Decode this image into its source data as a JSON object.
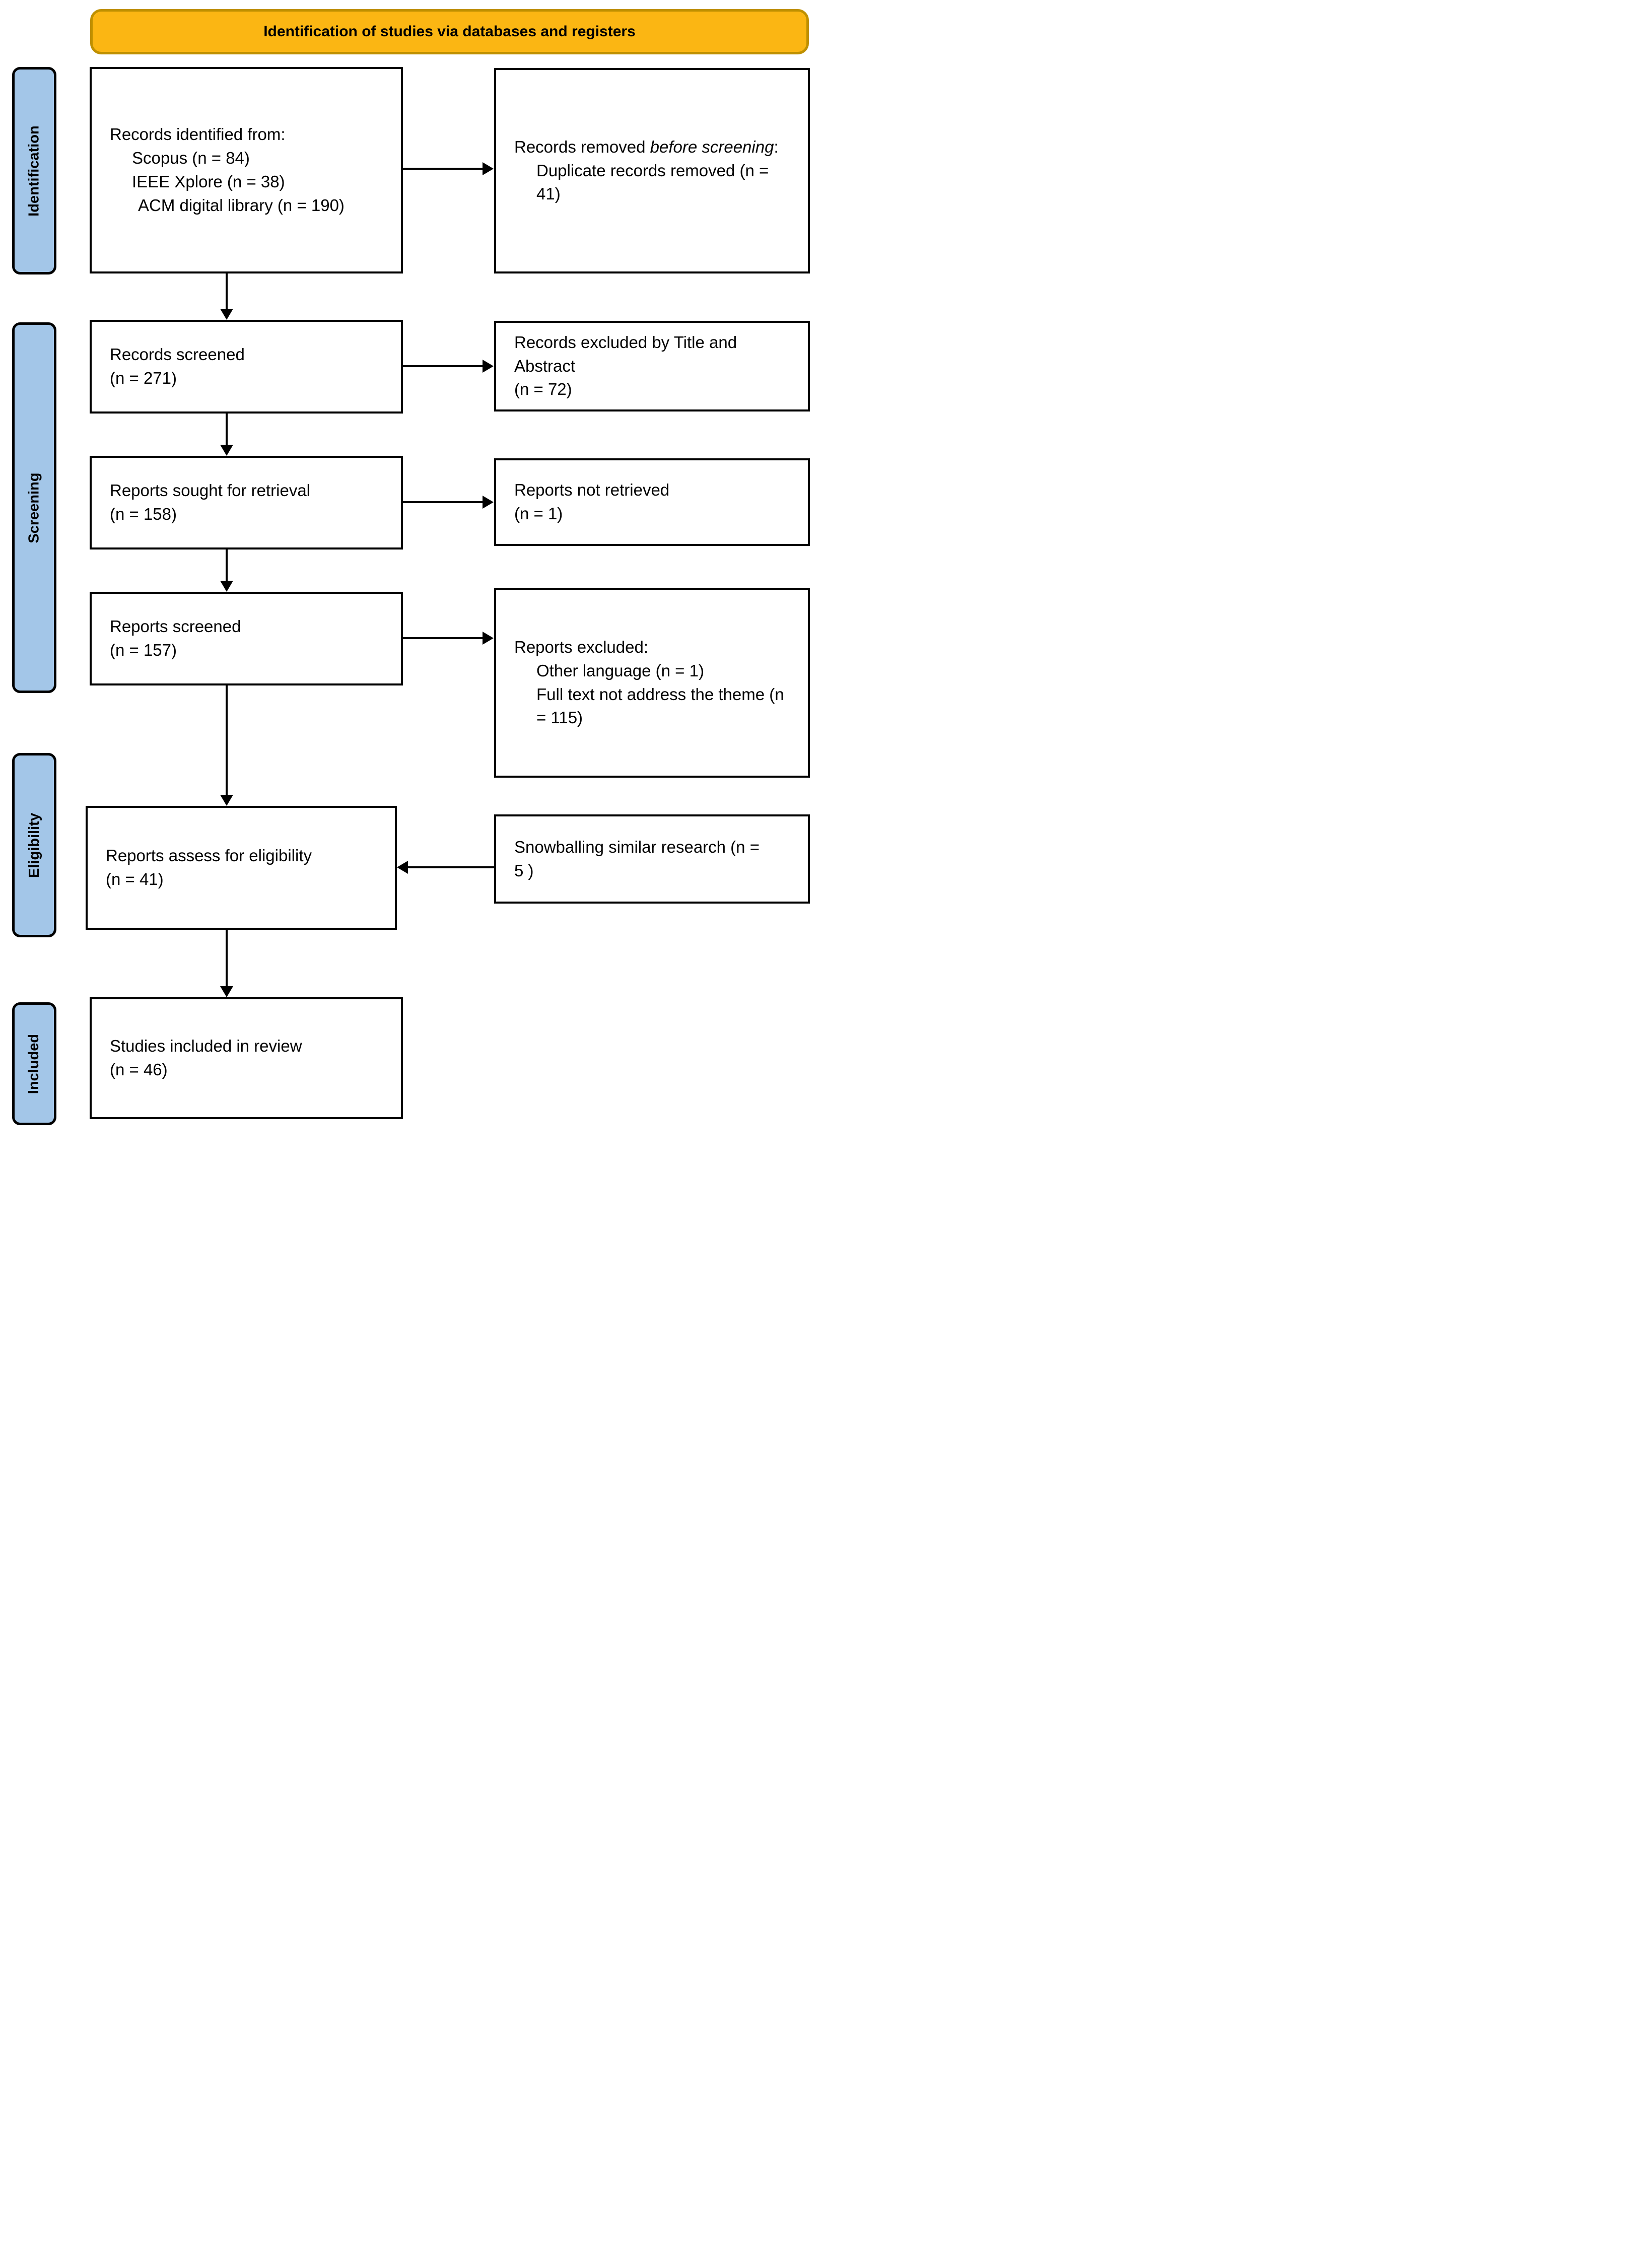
{
  "banner": {
    "title": "Identification of studies via databases and registers"
  },
  "stages": {
    "identification": "Identification",
    "screening": "Screening",
    "eligibility": "Eligibility",
    "included": "Included"
  },
  "flow": {
    "identified": {
      "label": "Records identified from:",
      "sources": [
        "Scopus (n = 84)",
        "IEEE Xplore (n = 38)",
        "ACM digital library (n = 190)"
      ]
    },
    "removed": {
      "prefix": "Records removed ",
      "emphasis": "before screening",
      "suffix": ":",
      "detail": "Duplicate records removed (n = 41)"
    },
    "records_screened": {
      "line1": "Records screened",
      "line2": "(n = 271)"
    },
    "records_excluded": {
      "line1": "Records excluded by Title and Abstract",
      "line2": "(n = 72)"
    },
    "sought": {
      "line1": "Reports sought for retrieval",
      "line2": "(n = 158)"
    },
    "not_retrieved": {
      "line1": "Reports not retrieved",
      "line2": "(n = 1)"
    },
    "reports_screened": {
      "line1": "Reports screened",
      "line2": "(n = 157)"
    },
    "reports_excluded": {
      "label": "Reports excluded:",
      "reasons": [
        "Other language (n = 1)",
        "Full text not address the theme (n = 115)"
      ]
    },
    "assessed": {
      "line1": "Reports assess for eligibility",
      "line2": "(n = 41)"
    },
    "snowballing": {
      "line1": "Snowballing similar research (n =",
      "line2": "5 )"
    },
    "included_studies": {
      "line1": "Studies included in review",
      "line2": "(n = 46)"
    }
  },
  "colors": {
    "banner_fill": "#FBB613",
    "banner_border": "#BF9000",
    "stage_fill": "#A3C6E8",
    "stage_border": "#000000",
    "box_border": "#000000",
    "arrow": "#000000"
  }
}
